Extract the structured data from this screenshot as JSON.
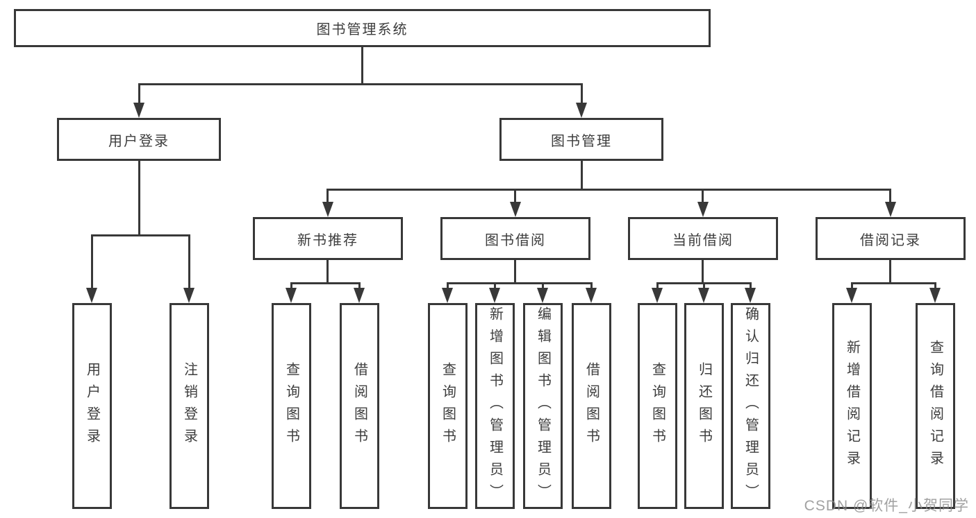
{
  "tree": {
    "label": "图书管理系统",
    "children": [
      {
        "label": "用户登录",
        "children": [
          {
            "label": "用户登录"
          },
          {
            "label": "注销登录"
          }
        ]
      },
      {
        "label": "图书管理",
        "children": [
          {
            "label": "新书推荐",
            "children": [
              {
                "label": "查询图书"
              },
              {
                "label": "借阅图书"
              }
            ]
          },
          {
            "label": "图书借阅",
            "children": [
              {
                "label": "查询图书"
              },
              {
                "label": "新增图书（管理员）"
              },
              {
                "label": "编辑图书（管理员）"
              },
              {
                "label": "借阅图书"
              }
            ]
          },
          {
            "label": "当前借阅",
            "children": [
              {
                "label": "查询图书"
              },
              {
                "label": "归还图书"
              },
              {
                "label": "确认归还（管理员）"
              }
            ]
          },
          {
            "label": "借阅记录",
            "children": [
              {
                "label": "新增借阅记录"
              },
              {
                "label": "查询借阅记录"
              }
            ]
          }
        ]
      }
    ]
  },
  "watermark": {
    "text": "CSDN @软件_小贺同学"
  },
  "colors": {
    "line": "#383838",
    "text": "#3d3d3d",
    "background": "#ffffff",
    "watermark": "#8a8a8a"
  }
}
